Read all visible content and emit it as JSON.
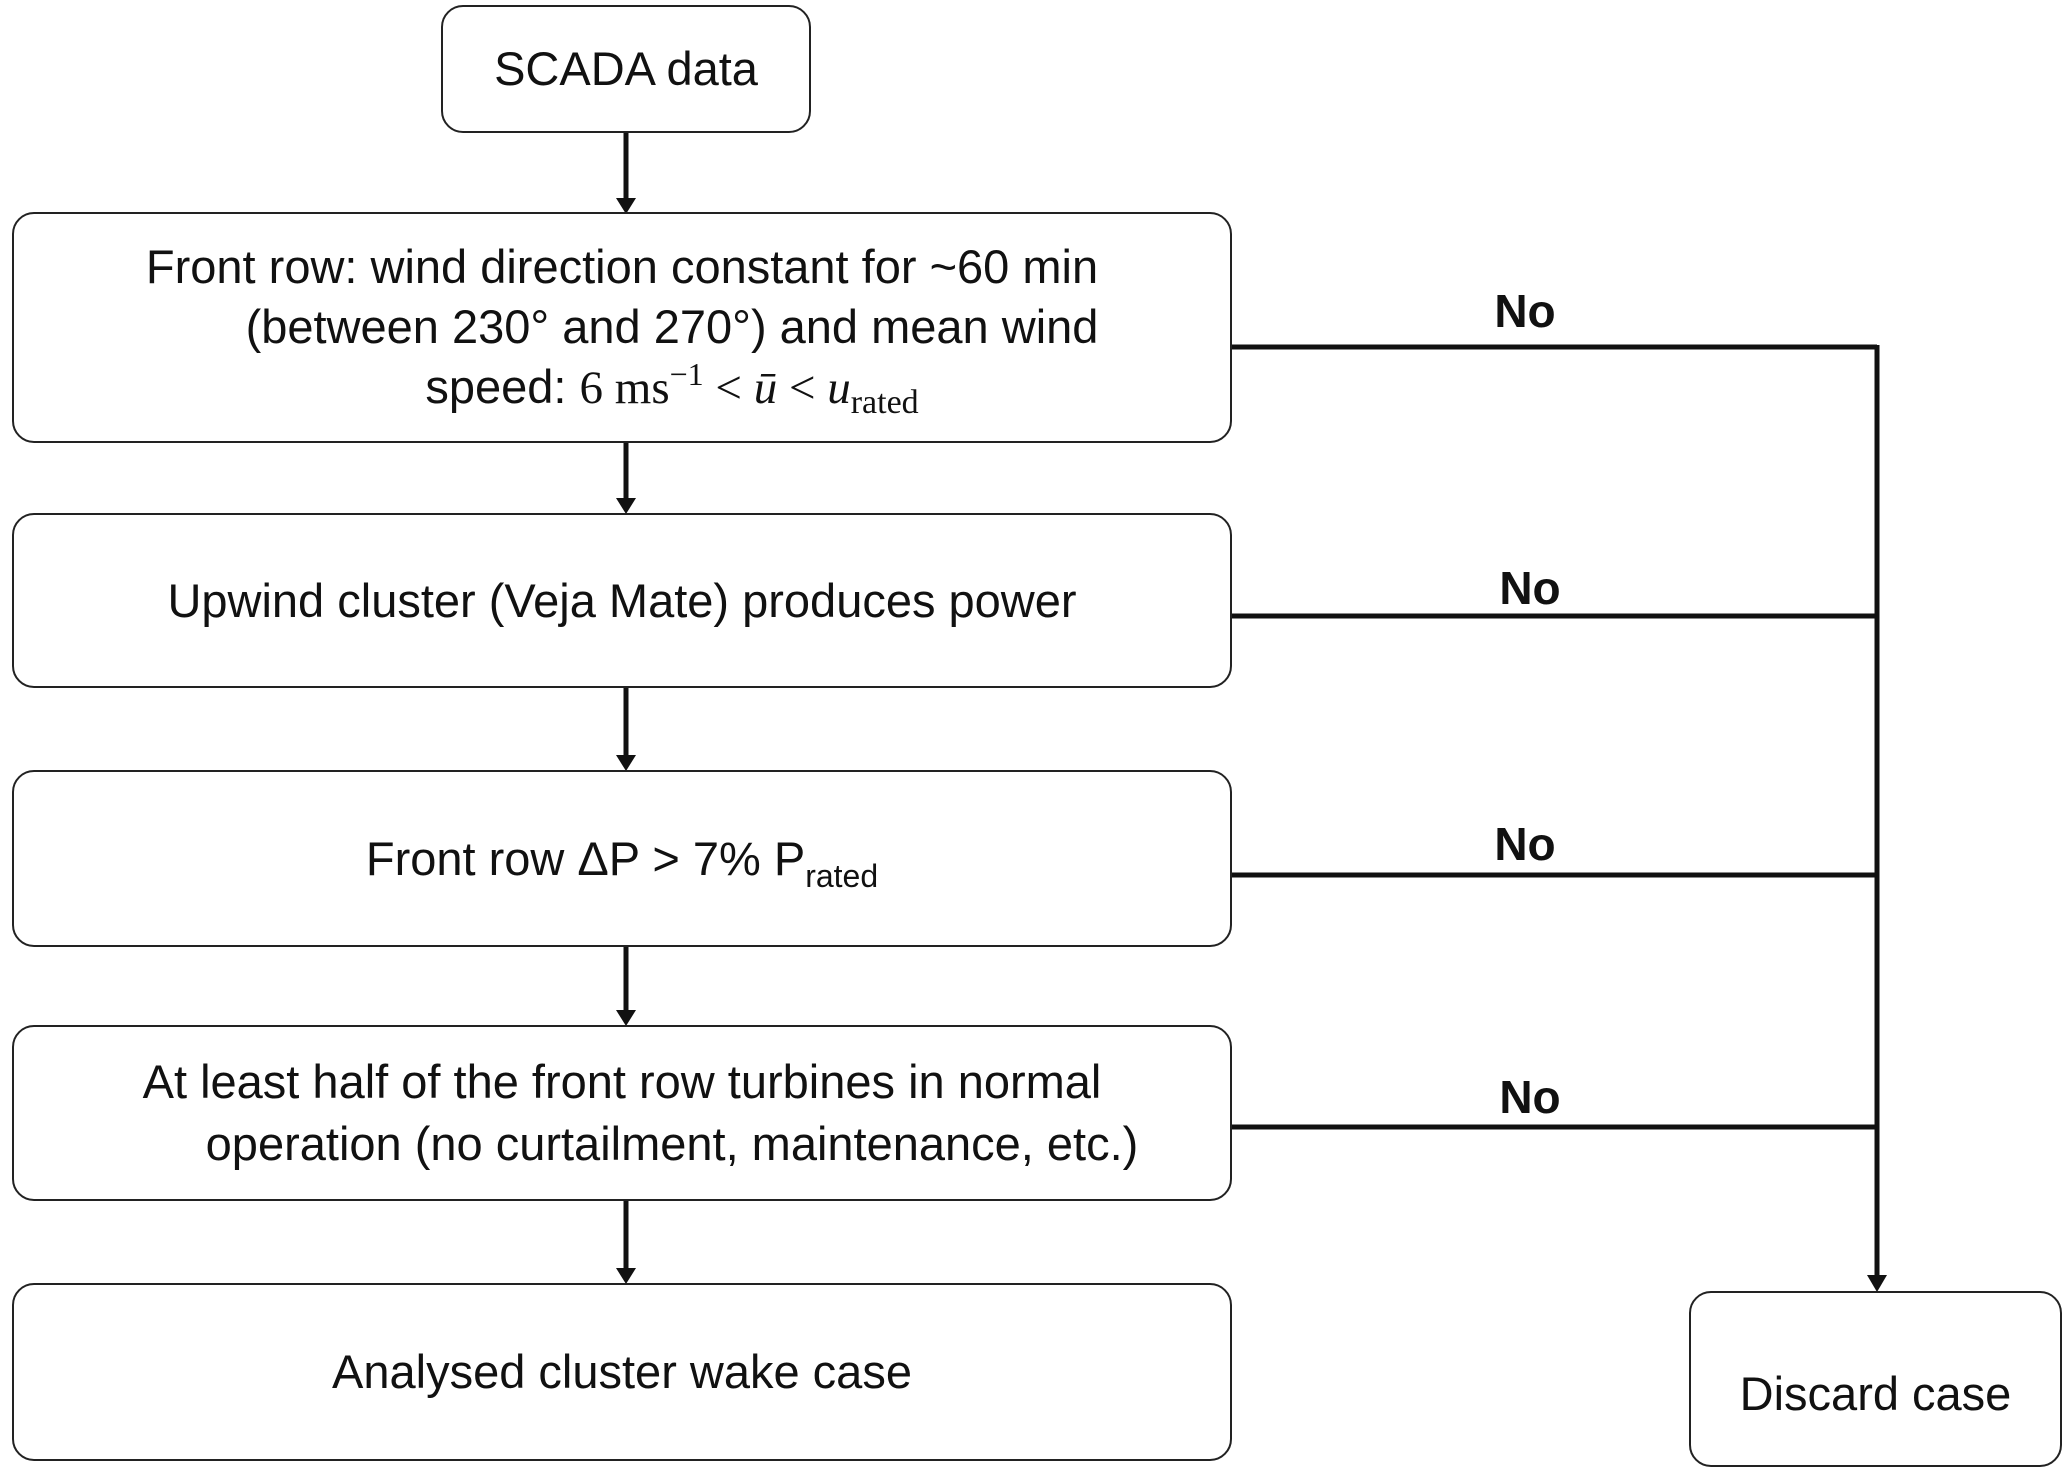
{
  "nodes": {
    "scada": "SCADA data",
    "front_row": {
      "line1": "Front row: wind direction constant for ~60 min",
      "line2": "(between 230° and 270°) and mean wind",
      "line3_prefix": "speed:",
      "math": {
        "six": "6",
        "ms": "ms",
        "exp": "−1",
        "lt1": "<",
        "ubar": "ū",
        "lt2": "<",
        "u": "u",
        "sub": "rated"
      }
    },
    "upwind": "Upwind cluster (Veja Mate) produces power",
    "delta_p": {
      "main": "Front row ΔP > 7% P",
      "sub": "rated"
    },
    "half_turbines": {
      "line1": "At least half of the front row turbines in normal",
      "line2": "operation (no curtailment, maintenance, etc.)"
    },
    "analysed": "Analysed cluster wake case",
    "discard": "Discard case"
  },
  "branch_labels": [
    "No",
    "No",
    "No",
    "No"
  ],
  "colors": {
    "line": "#111111",
    "box_border": "#222222",
    "background": "#ffffff"
  }
}
